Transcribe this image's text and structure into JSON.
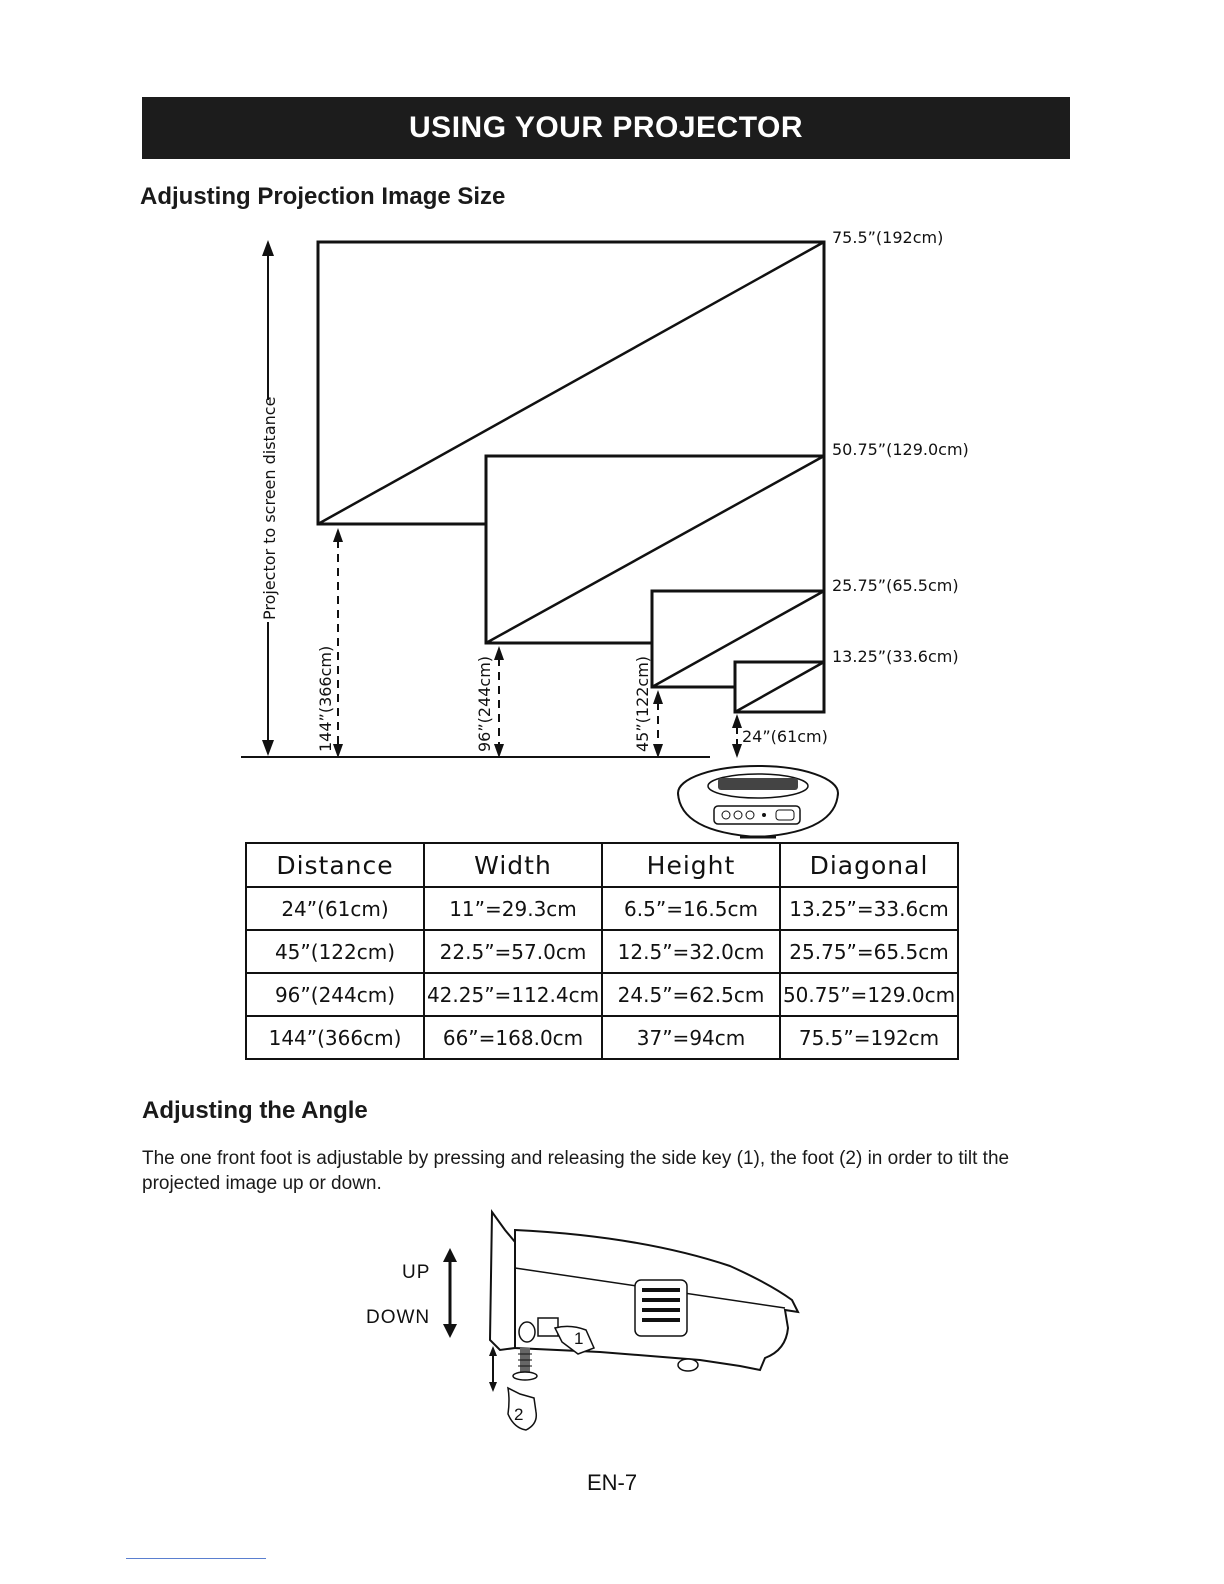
{
  "header": {
    "title": "USING YOUR PROJECTOR"
  },
  "section1": {
    "heading": "Adjusting Projection Image Size"
  },
  "diagram": {
    "axis_label": "Projector to screen distance",
    "size_labels": [
      "75.5”(192cm)",
      "50.75”(129.0cm)",
      "25.75”(65.5cm)",
      "13.25”(33.6cm)"
    ],
    "distance_labels": [
      "144”(366cm)",
      "96”(244cm)",
      "45”(122cm)",
      "24”(61cm)"
    ]
  },
  "table": {
    "headers": [
      "Distance",
      "Width",
      "Height",
      "Diagonal"
    ],
    "rows": [
      [
        "24”(61cm)",
        "11”=29.3cm",
        "6.5”=16.5cm",
        "13.25”=33.6cm"
      ],
      [
        "45”(122cm)",
        "22.5”=57.0cm",
        "12.5”=32.0cm",
        "25.75”=65.5cm"
      ],
      [
        "96”(244cm)",
        "42.25”=112.4cm",
        "24.5”=62.5cm",
        "50.75”=129.0cm"
      ],
      [
        "144”(366cm)",
        "66”=168.0cm",
        "37”=94cm",
        "75.5”=192cm"
      ]
    ]
  },
  "section2": {
    "heading": "Adjusting the Angle",
    "paragraph": "The one front foot is adjustable by pressing and releasing the side key (1), the foot (2) in order to tilt the projected image up or down."
  },
  "angle_figure": {
    "up_label": "UP",
    "down_label": "DOWN",
    "callout_1": "1",
    "callout_2": "2"
  },
  "footer": {
    "page_number": "EN-7"
  }
}
